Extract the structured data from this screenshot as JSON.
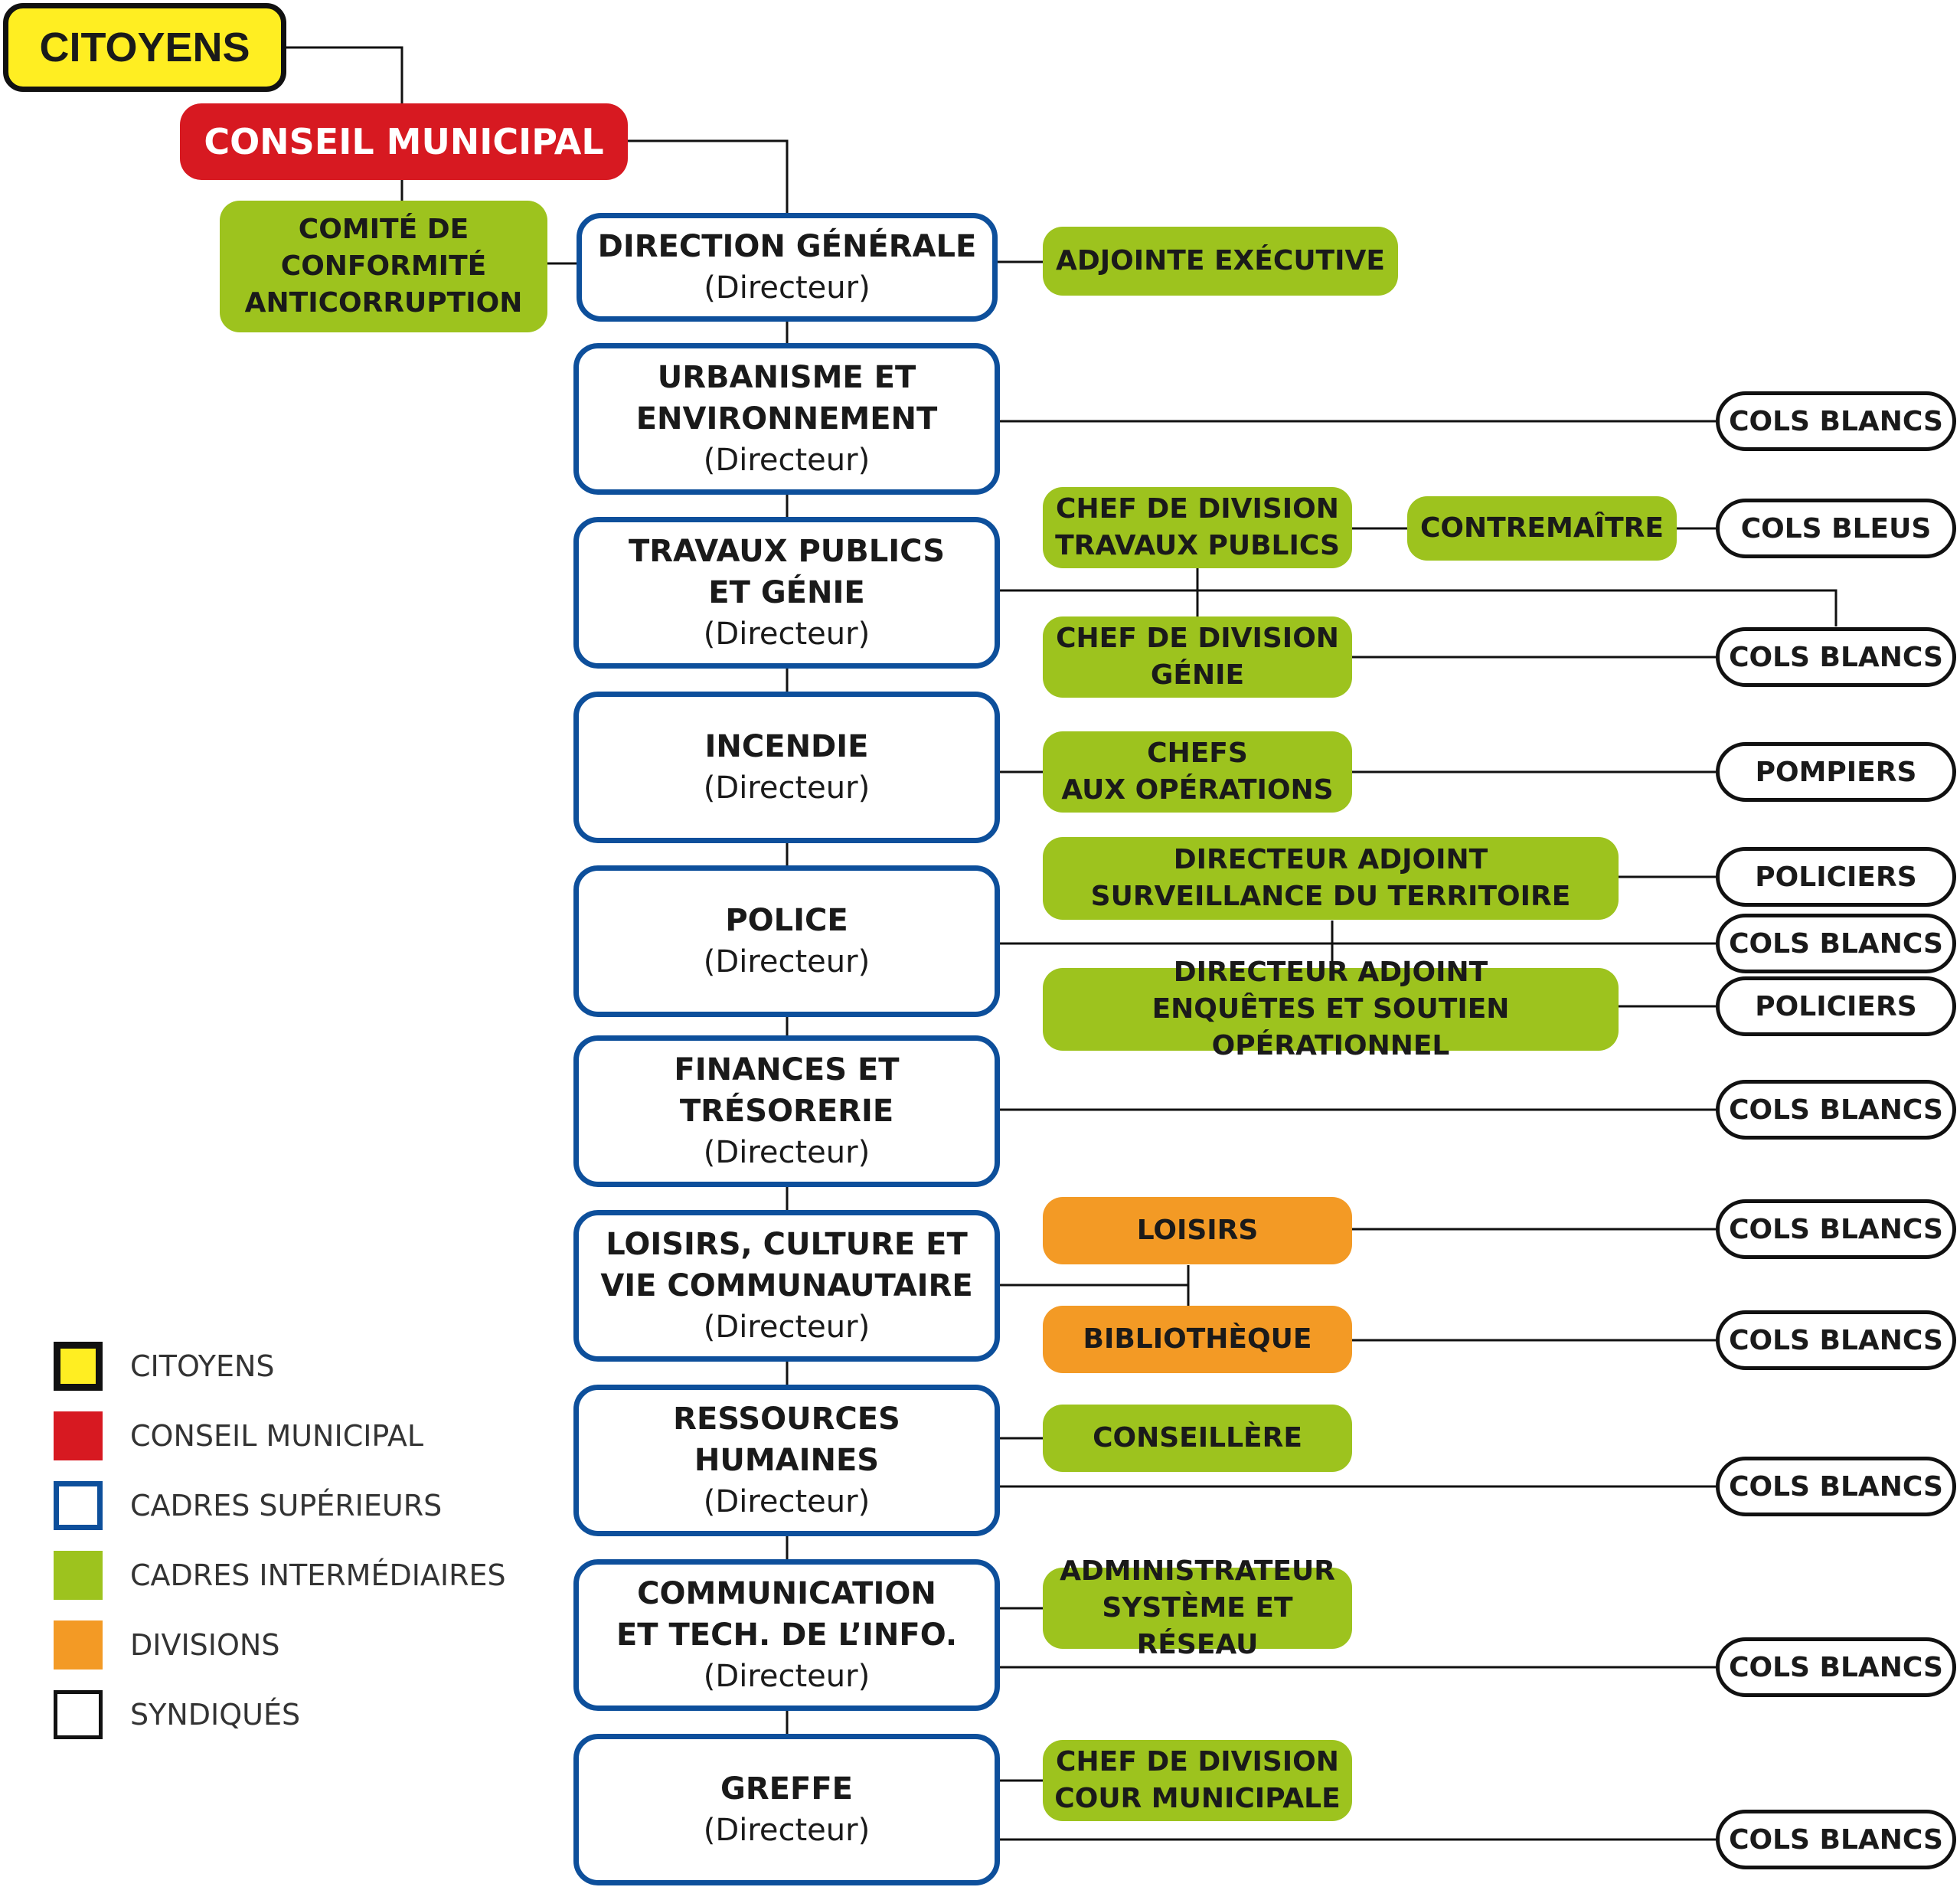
{
  "top": {
    "citoyens": "CITOYENS",
    "conseil": "CONSEIL MUNICIPAL"
  },
  "comite": "COMITÉ DE\nCONFORMITÉ\nANTICORRUPTION",
  "dg": {
    "title": "DIRECTION GÉNÉRALE",
    "sub": "(Directeur)",
    "adjointe": "ADJOINTE EXÉCUTIVE"
  },
  "directions": [
    {
      "title": "URBANISME ET\nENVIRONNEMENT",
      "sub": "(Directeur)"
    },
    {
      "title": "TRAVAUX PUBLICS\nET GÉNIE",
      "sub": "(Directeur)"
    },
    {
      "title": "INCENDIE",
      "sub": "(Directeur)"
    },
    {
      "title": "POLICE",
      "sub": "(Directeur)"
    },
    {
      "title": "FINANCES ET\nTRÉSORERIE",
      "sub": "(Directeur)"
    },
    {
      "title": "LOISIRS, CULTURE ET\nVIE COMMUNAUTAIRE",
      "sub": "(Directeur)"
    },
    {
      "title": "RESSOURCES\nHUMAINES",
      "sub": "(Directeur)"
    },
    {
      "title": "COMMUNICATION\nET TECH. DE L’INFO.",
      "sub": "(Directeur)"
    },
    {
      "title": "GREFFE",
      "sub": "(Directeur)"
    }
  ],
  "middle": {
    "tp_chef": "CHEF DE DIVISION\nTRAVAUX PUBLICS",
    "contremaitre": "CONTREMAÎTRE",
    "genie_chef": "CHEF DE DIVISION\nGÉNIE",
    "chefs_ops": "CHEFS\nAUX OPÉRATIONS",
    "dir_adj_surv": "DIRECTEUR ADJOINT\nSURVEILLANCE DU TERRITOIRE",
    "dir_adj_enq": "DIRECTEUR ADJOINT\nENQUÊTES ET SOUTIEN OPÉRATIONNEL",
    "loisirs": "LOISIRS",
    "bibliotheque": "BIBLIOTHÈQUE",
    "conseillere": "CONSEILLÈRE",
    "admin_sys": "ADMINISTRATEUR\nSYSTÈME ET RÉSEAU",
    "cour": "CHEF DE DIVISION\nCOUR MUNICIPALE"
  },
  "unions": {
    "urb_blancs": "COLS BLANCS",
    "tp_bleus": "COLS BLEUS",
    "tp_blancs": "COLS BLANCS",
    "pompiers": "POMPIERS",
    "policiers1": "POLICIERS",
    "pol_blancs": "COLS BLANCS",
    "policiers2": "POLICIERS",
    "fin_blancs": "COLS BLANCS",
    "loisirs_blancs": "COLS BLANCS",
    "biblio_blancs": "COLS BLANCS",
    "rh_blancs": "COLS BLANCS",
    "comm_blancs": "COLS BLANCS",
    "greffe_blancs": "COLS BLANCS"
  },
  "legend": [
    {
      "label": "CITOYENS",
      "fill": "#ffee22",
      "border": "#111111"
    },
    {
      "label": "CONSEIL MUNICIPAL",
      "fill": "#d71921",
      "border": "#d71921"
    },
    {
      "label": "CADRES SUPÉRIEURS",
      "fill": "#ffffff",
      "border": "#0d4f9b"
    },
    {
      "label": "CADRES INTERMÉDIAIRES",
      "fill": "#9dc31e",
      "border": "#9dc31e"
    },
    {
      "label": "DIVISIONS",
      "fill": "#f39a25",
      "border": "#f39a25"
    },
    {
      "label": "SYNDIQUÉS",
      "fill": "#ffffff",
      "border": "#111111"
    }
  ]
}
